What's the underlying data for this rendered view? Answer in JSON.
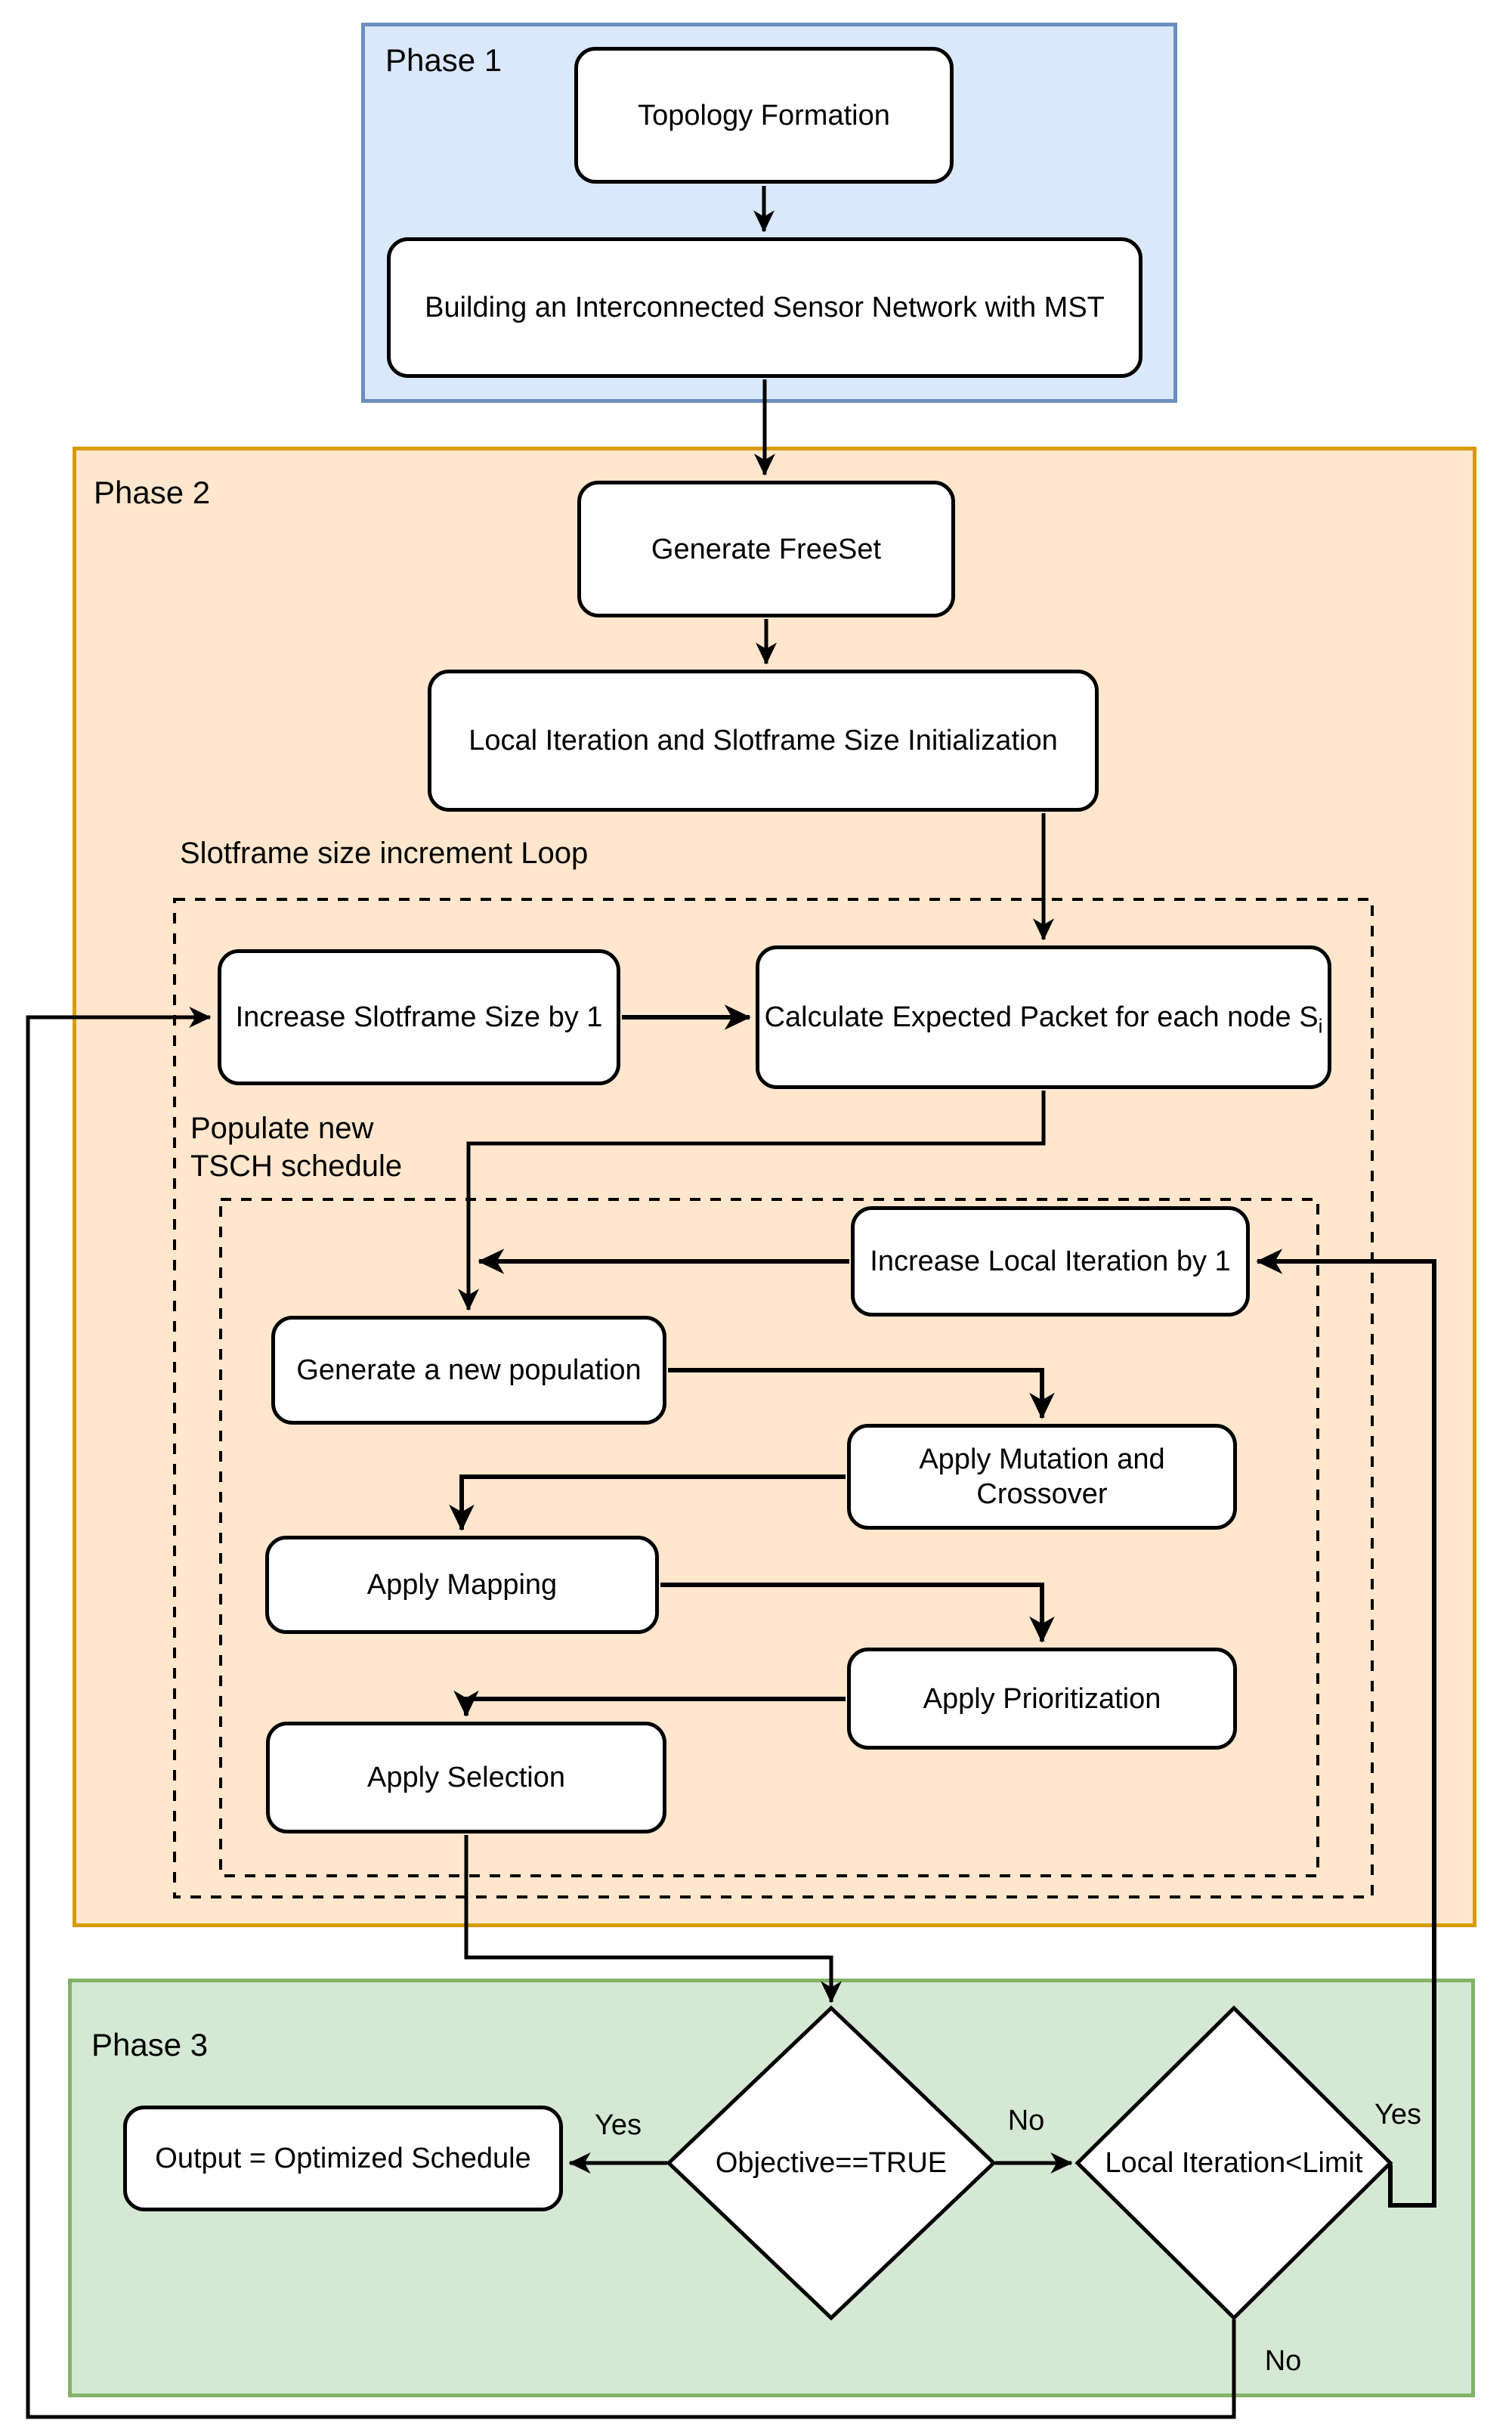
{
  "phases": {
    "p1": {
      "label": "Phase 1"
    },
    "p2": {
      "label": "Phase 2"
    },
    "p3": {
      "label": "Phase 3"
    }
  },
  "loop_labels": {
    "slotframe": "Slotframe size increment Loop",
    "tsch": "Populate new TSCH schedule"
  },
  "nodes": {
    "topology": {
      "label": "Topology Formation"
    },
    "building": {
      "label": "Building an Interconnected Sensor Network with MST"
    },
    "freeset": {
      "label": "Generate FreeSet"
    },
    "localinit": {
      "label": "Local Iteration and Slotframe Size Initialization"
    },
    "increase_sf": {
      "label": "Increase Slotframe Size by 1"
    },
    "calc": {
      "label": "Calculate Expected Packet for each node S",
      "subscript": "i"
    },
    "inc_local": {
      "label": "Increase Local Iteration by 1"
    },
    "gen_pop": {
      "label": "Generate a new population"
    },
    "mutation": {
      "label": "Apply Mutation and Crossover"
    },
    "mapping": {
      "label": "Apply Mapping"
    },
    "prioritization": {
      "label": "Apply Prioritization"
    },
    "selection": {
      "label": "Apply Selection"
    },
    "output": {
      "label": "Output = Optimized Schedule"
    },
    "objective": {
      "label": "Objective==TRUE"
    },
    "limit": {
      "label": "Local Iteration<Limit"
    }
  },
  "edge_labels": {
    "yes_output": "Yes",
    "no_between": "No",
    "yes_loop": "Yes",
    "no_loop": "No"
  },
  "colors": {
    "phase1_fill": "#dae8fc",
    "phase1_stroke": "#6c8ebf",
    "phase2_fill": "#ffe6cc",
    "phase2_stroke": "#d79b00",
    "phase3_fill": "#d5e8d4",
    "phase3_stroke": "#82b366",
    "node_fill": "#ffffff",
    "line": "#000000"
  }
}
